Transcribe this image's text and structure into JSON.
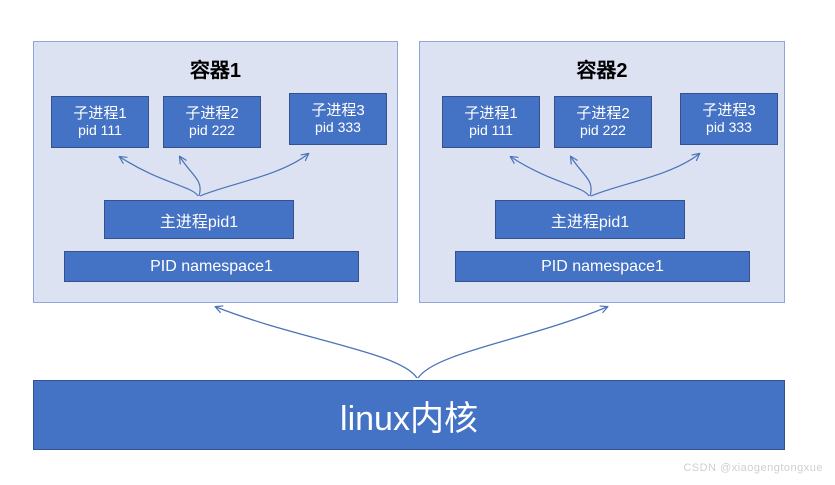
{
  "diagram": {
    "title": "linux PID namespace container diagram",
    "colors": {
      "container_fill": "#dde2f2",
      "container_border": "#8fa6d8",
      "box_fill": "#4472c4",
      "box_border": "#33508f",
      "box_text": "#ffffff",
      "title_text": "#000000",
      "arrow": "#4a73b8",
      "watermark": "#cfcfcf",
      "page_background": "#ffffff"
    },
    "containers": [
      {
        "title": "容器1",
        "children": [
          {
            "name": "子进程1",
            "pid": "pid 111"
          },
          {
            "name": "子进程2",
            "pid": "pid 222"
          },
          {
            "name": "子进程3",
            "pid": "pid 333"
          }
        ],
        "main_process": "主进程pid1",
        "namespace": "PID  namespace1"
      },
      {
        "title": "容器2",
        "children": [
          {
            "name": "子进程1",
            "pid": "pid 111"
          },
          {
            "name": "子进程2",
            "pid": "pid 222"
          },
          {
            "name": "子进程3",
            "pid": "pid 333"
          }
        ],
        "main_process": "主进程pid1",
        "namespace": "PID  namespace1"
      }
    ],
    "kernel": {
      "label": "linux内核"
    },
    "watermark": "CSDN @xiaogengtongxue"
  }
}
